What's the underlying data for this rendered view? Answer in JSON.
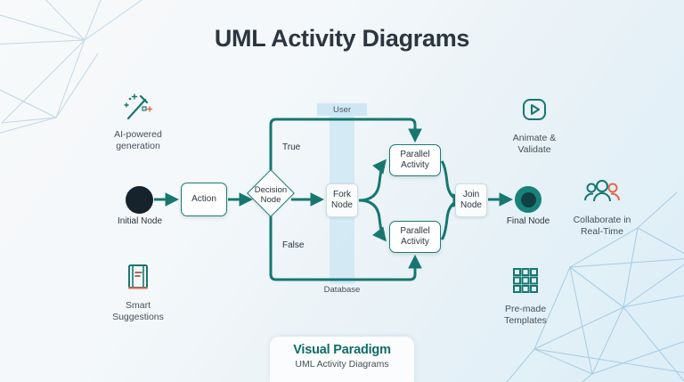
{
  "page": {
    "title": "UML Activity Diagrams",
    "background_gradient_from": "#f7f9fa",
    "background_gradient_to": "#dceef7",
    "network_line_color": "#aecde4"
  },
  "features": {
    "ai": {
      "label": "AI-powered\ngeneration",
      "icon": "magic-wand-icon"
    },
    "smart": {
      "label": "Smart\nSuggestions",
      "icon": "book-icon"
    },
    "animate": {
      "label": "Animate &\nValidate",
      "icon": "play-button-icon"
    },
    "collaborate": {
      "label": "Collaborate in\nReal-Time",
      "icon": "people-group-icon"
    },
    "templates": {
      "label": "Pre-made\nTemplates",
      "icon": "grid-templates-icon"
    }
  },
  "diagram": {
    "swimlane_top": "User",
    "swimlane_bottom": "Database",
    "swimlane_color": "#cfe7f5",
    "accent_color": "#197b73",
    "nodes": {
      "initial": "Initial Node",
      "action": "Action",
      "decision": "Decision\nNode",
      "fork": "Fork\nNode",
      "parallel_1": "Parallel\nActivity",
      "parallel_2": "Parallel\nActivity",
      "join": "Join\nNode",
      "final": "Final Node"
    },
    "branch_labels": {
      "true": "True",
      "false": "False"
    }
  },
  "brand": {
    "name": "Visual Paradigm",
    "subtitle": "UML Activity Diagrams",
    "color": "#0f6d66"
  }
}
